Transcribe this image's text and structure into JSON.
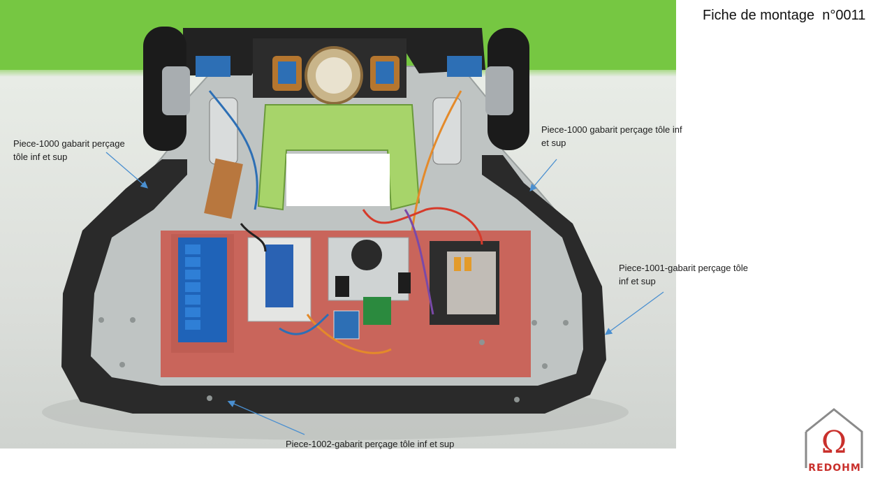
{
  "title": "Fiche de montage  n°0011",
  "labels": {
    "left_top": "Piece-1000 gabarit perçage\ntôle inf et sup",
    "right_top": "Piece-1000 gabarit perçage tôle inf\net sup",
    "right_mid": "Piece-1001-gabarit perçage tôle\ninf et sup",
    "bottom": "Piece-1002-gabarit perçage tôle inf et sup"
  },
  "logo": {
    "text": "REDOHM",
    "symbol": "Ω"
  },
  "colors": {
    "arrow": "#4a8fd0",
    "background_green": "#78c944",
    "frame": "#2a2a2a",
    "board_red": "#c9655b",
    "logo_red": "#c9302c"
  }
}
